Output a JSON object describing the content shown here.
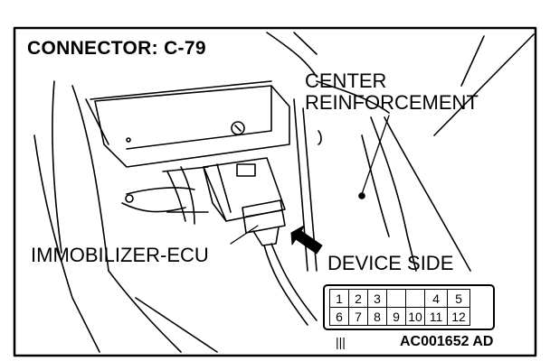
{
  "title": "CONNECTOR: C-79",
  "labels": {
    "center_line1": "CENTER",
    "center_line2": "REINFORCEMENT",
    "immobilizer": "IMMOBILIZER-ECU",
    "device_side": "DEVICE SIDE",
    "figure_code": "AC001652 AD"
  },
  "connector": {
    "row1": [
      "1",
      "2",
      "3",
      "",
      "",
      "4",
      "5"
    ],
    "row2": [
      "6",
      "7",
      "8",
      "9",
      "10",
      "11",
      "12"
    ],
    "mark": "|||"
  },
  "colors": {
    "line": "#000000",
    "background": "#ffffff"
  }
}
